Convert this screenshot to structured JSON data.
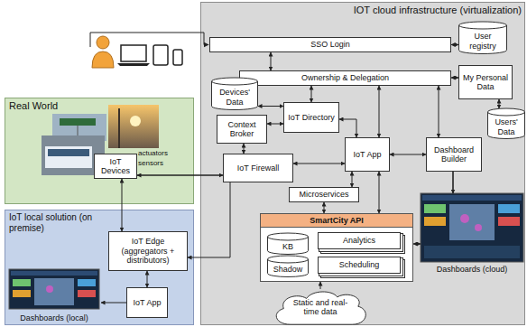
{
  "diagram": {
    "nodes": [
      {
        "text": [
          "IOT cloud infrastructure (virtualization)"
        ]
      },
      {
        "text": [
          "SSO Login"
        ],
        "in": 0
      },
      {
        "text": [
          "User registry"
        ],
        "in": 0
      },
      {
        "text": [
          "Ownership & Delegation"
        ],
        "in": 0
      },
      {
        "text": [
          "My Personal Data"
        ],
        "in": 0
      },
      {
        "text": [
          "Devices' Data"
        ],
        "in": 0
      },
      {
        "text": [
          "Users' Data"
        ],
        "in": 0
      },
      {
        "text": [
          "IoT Directory"
        ],
        "in": 0
      },
      {
        "text": [
          "Context Broker"
        ],
        "in": 0
      },
      {
        "text": [
          "IoT App"
        ],
        "in": 0
      },
      {
        "text": [
          "Dashboard Builder"
        ],
        "in": 0
      },
      {
        "text": [
          "IoT Firewall"
        ],
        "in": 0
      },
      {
        "text": [
          "Microservices"
        ],
        "in": 0
      },
      {
        "text": [
          "SmartCity API"
        ],
        "in": 0
      },
      {
        "text": [
          "KB"
        ],
        "in": 13
      },
      {
        "text": [
          "Analytics"
        ],
        "in": 13
      },
      {
        "text": [
          "Shadow"
        ],
        "in": 13
      },
      {
        "text": [
          "Scheduling"
        ],
        "in": 13
      },
      {
        "text": [
          "Dashboards (cloud)"
        ],
        "in": 0
      },
      {
        "text": [
          "Static and real-time data"
        ],
        "in": 0
      },
      {
        "text": [
          "Real World"
        ]
      },
      {
        "text": [
          "IoT Devices"
        ],
        "in": 20
      },
      {
        "text": [
          "IoT local solution (on premise)"
        ]
      },
      {
        "text": [
          "IoT Edge",
          "(aggregators + distributors)"
        ],
        "in": 22
      },
      {
        "text": [
          "IoT App"
        ],
        "in": 22
      },
      {
        "text": [
          "Dashboards (local)"
        ],
        "in": 22
      }
    ],
    "edges": [
      {
        "from": 1,
        "to": 2,
        "arrow": "both"
      },
      {
        "from": 1,
        "to": 3,
        "arrow": "both"
      },
      {
        "from": 3,
        "to": 4,
        "arrow": "both"
      },
      {
        "from": 4,
        "to": 6,
        "arrow": "both"
      },
      {
        "from": 3,
        "to": 7,
        "arrow": "both"
      },
      {
        "from": 3,
        "to": 9,
        "arrow": "both"
      },
      {
        "from": 3,
        "to": 10,
        "arrow": "both"
      },
      {
        "from": 5,
        "to": 7,
        "arrow": "both"
      },
      {
        "from": 8,
        "to": 7,
        "arrow": "both"
      },
      {
        "from": 8,
        "to": 11,
        "arrow": "both"
      },
      {
        "from": 7,
        "to": 9,
        "arrow": "both"
      },
      {
        "from": 11,
        "to": 9,
        "arrow": "both"
      },
      {
        "from": 9,
        "to": 10,
        "arrow": "both"
      },
      {
        "from": 9,
        "to": 12,
        "arrow": "both"
      },
      {
        "from": 12,
        "to": 13,
        "arrow": "both"
      },
      {
        "from": 9,
        "to": 13,
        "arrow": "both"
      },
      {
        "from": 10,
        "to": 18,
        "arrow": "to"
      },
      {
        "from": 13,
        "to": 18,
        "arrow": "both"
      },
      {
        "from": 21,
        "to": 11,
        "arrow": "both"
      },
      {
        "from": 21,
        "to": 23,
        "arrow": "both"
      },
      {
        "from": 11,
        "to": 23,
        "arrow": "to"
      },
      {
        "from": 23,
        "to": 24,
        "arrow": "both"
      },
      {
        "from": 24,
        "to": 25,
        "arrow": "to"
      },
      {
        "from": 19,
        "to": 13,
        "arrow": "to"
      }
    ],
    "labels": [
      "actuators",
      "sensors"
    ]
  }
}
